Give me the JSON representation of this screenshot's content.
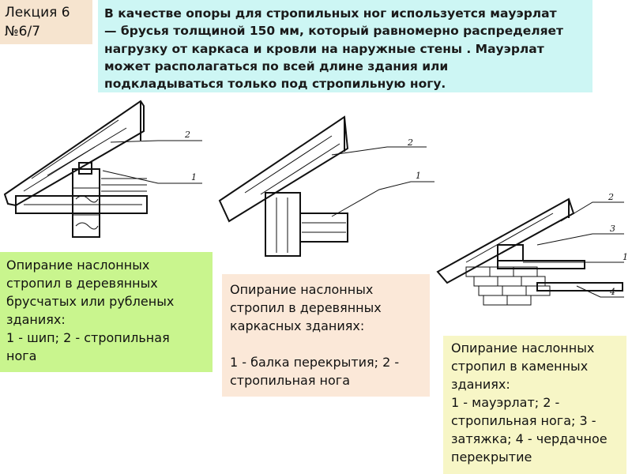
{
  "lecture": {
    "line1": "Лекция 6",
    "line2": "№6/7"
  },
  "intro": {
    "lines": [
      "В качестве опоры для стропильных ног используется мауэрлат",
      "— брусья толщиной 150 мм, который равномерно распределяет",
      "нагрузку от каркаса и кровли на наружные стены . Мауэрлат",
      "может располагаться по всей длине здания или",
      "подкладываться только под стропильную ногу."
    ]
  },
  "caption_wood": {
    "lines": [
      "Опирание наслонных",
      "стропил в деревянных",
      "брусчатых или рубленых",
      "зданиях:",
      "1 - шип; 2 - стропильная",
      "нога"
    ]
  },
  "caption_frame": {
    "lines": [
      "Опирание наслонных",
      "стропил в деревянных",
      "каркасных зданиях:",
      "",
      "1 - балка перекрытия; 2 -",
      "стропильная нога"
    ]
  },
  "caption_stone": {
    "lines": [
      "Опирание наслонных",
      "стропил в каменных",
      "зданиях:",
      "1 - мауэрлат; 2 -",
      "стропильная нога; 3 -",
      "затяжка; 4 - чердачное",
      "перекрытие"
    ]
  },
  "drawing_labels": {
    "d1": [
      "2",
      "1"
    ],
    "d2": [
      "2",
      "1"
    ],
    "d3": [
      "2",
      "3",
      "1",
      "4"
    ]
  }
}
